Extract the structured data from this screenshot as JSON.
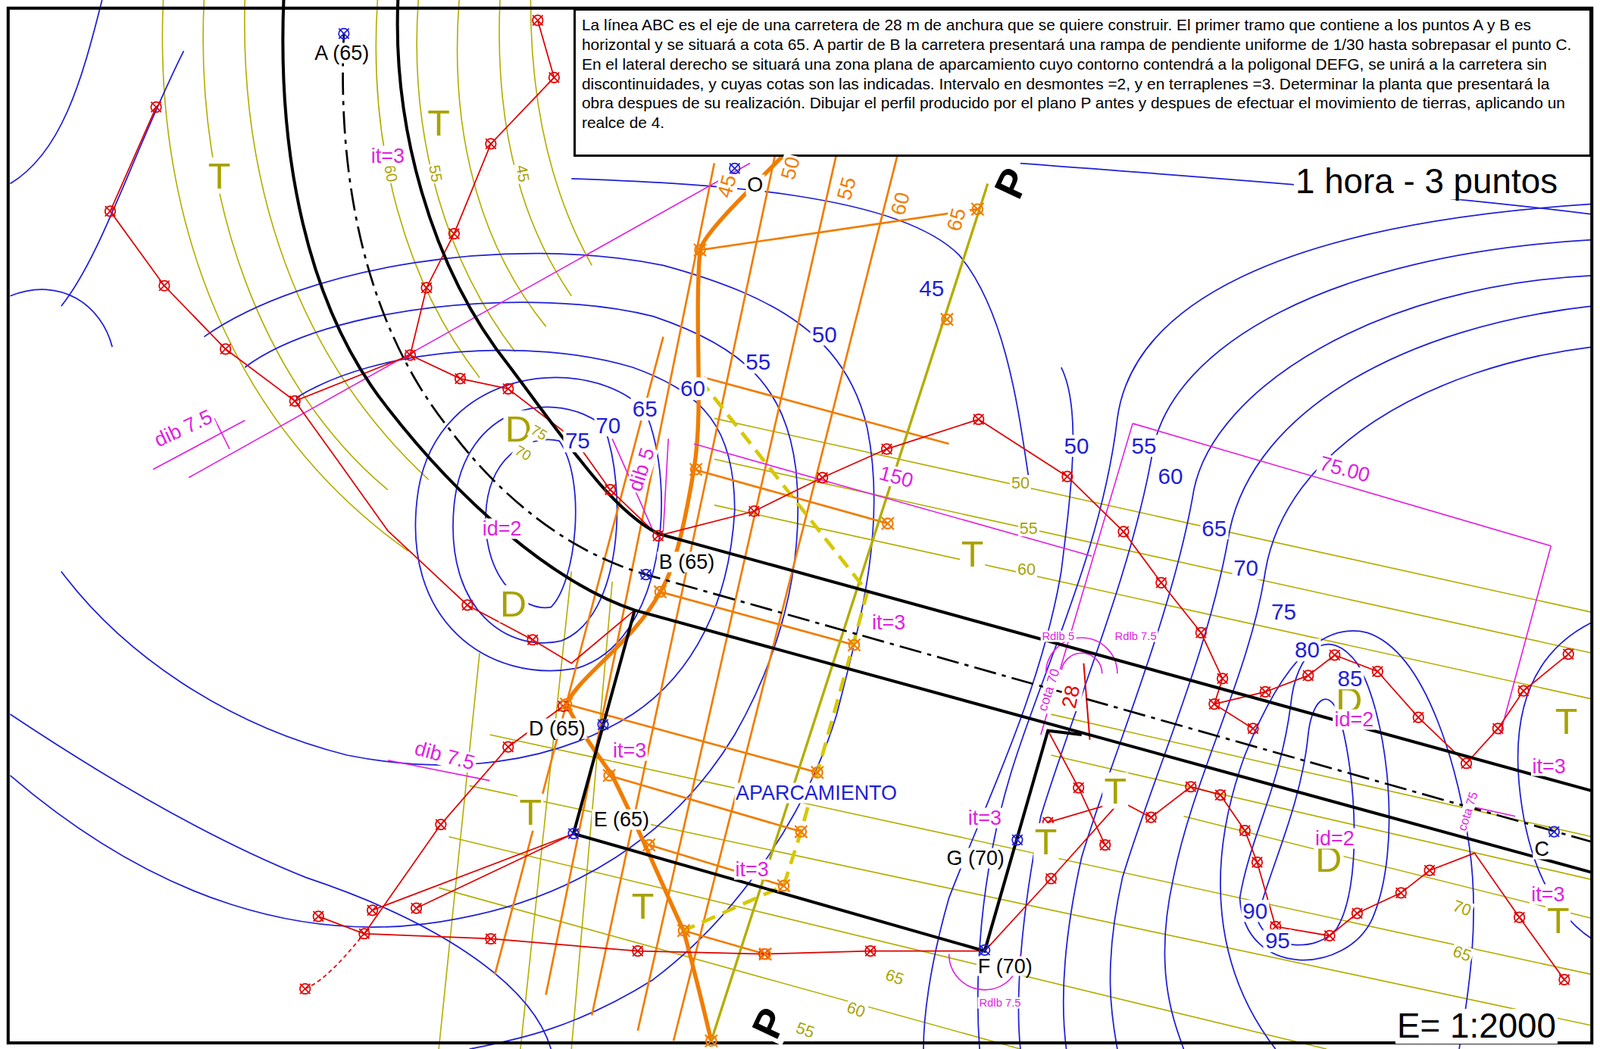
{
  "diagram": {
    "nodes": [
      {
        "text": [
          "La línea ABC es el eje de una carretera de 28 m de anchura que se quiere construir. El primer tramo que contiene a los puntos A y B es horizontal y se situará a cota 65. A partir de B la carretera presentará una rampa de pendiente uniforme de 1/30 hasta sobrepasar el punto C. En el lateral derecho se situará una zona plana de aparcamiento cuyo contorno contendrá a la poligonal DEFG, se unirá a la carretera sin discontinuidades, y cuyas cotas son las indicadas. Intervalo en desmontes =2, y en terraplenes =3. Determinar la planta que presentará la obra despues de su realización. Dibujar el perfil producido por el plano P antes y despues de efectuar el movimiento de tierras, aplicando un realce de 4."
        ]
      }
    ],
    "labels": [
      "A (65)",
      "O",
      "B (65)",
      "D (65)",
      "E (65)",
      "G (70)",
      "F (70)",
      "C",
      "P",
      "P",
      "1 hora - 3 puntos",
      "E= 1:2000",
      "APARCAMIENTO",
      "T",
      "T",
      "60",
      "55",
      "45",
      "D",
      "75",
      "70",
      "D",
      "T",
      "50",
      "55",
      "60",
      "D",
      "T",
      "T",
      "T",
      "D",
      "T",
      "70",
      "65",
      "T",
      "T",
      "65",
      "60",
      "55",
      "45",
      "50",
      "55",
      "60",
      "65",
      "45",
      "50",
      "55",
      "60",
      "65",
      "70",
      "75",
      "50",
      "55",
      "60",
      "65",
      "70",
      "75",
      "80",
      "85",
      "90",
      "95",
      "it=3",
      "dib 7.5",
      "dib 5",
      "id=2",
      "150",
      "75.00",
      "it=3",
      "Rdlb 5",
      "Rdlb 7.5",
      "cota 70",
      "28",
      "id=2",
      "it=3",
      "dib 7.5",
      "it=3",
      "it=3",
      "it=3",
      "cota 75",
      "id=2",
      "it=3",
      "Rdlb 7.5"
    ]
  }
}
